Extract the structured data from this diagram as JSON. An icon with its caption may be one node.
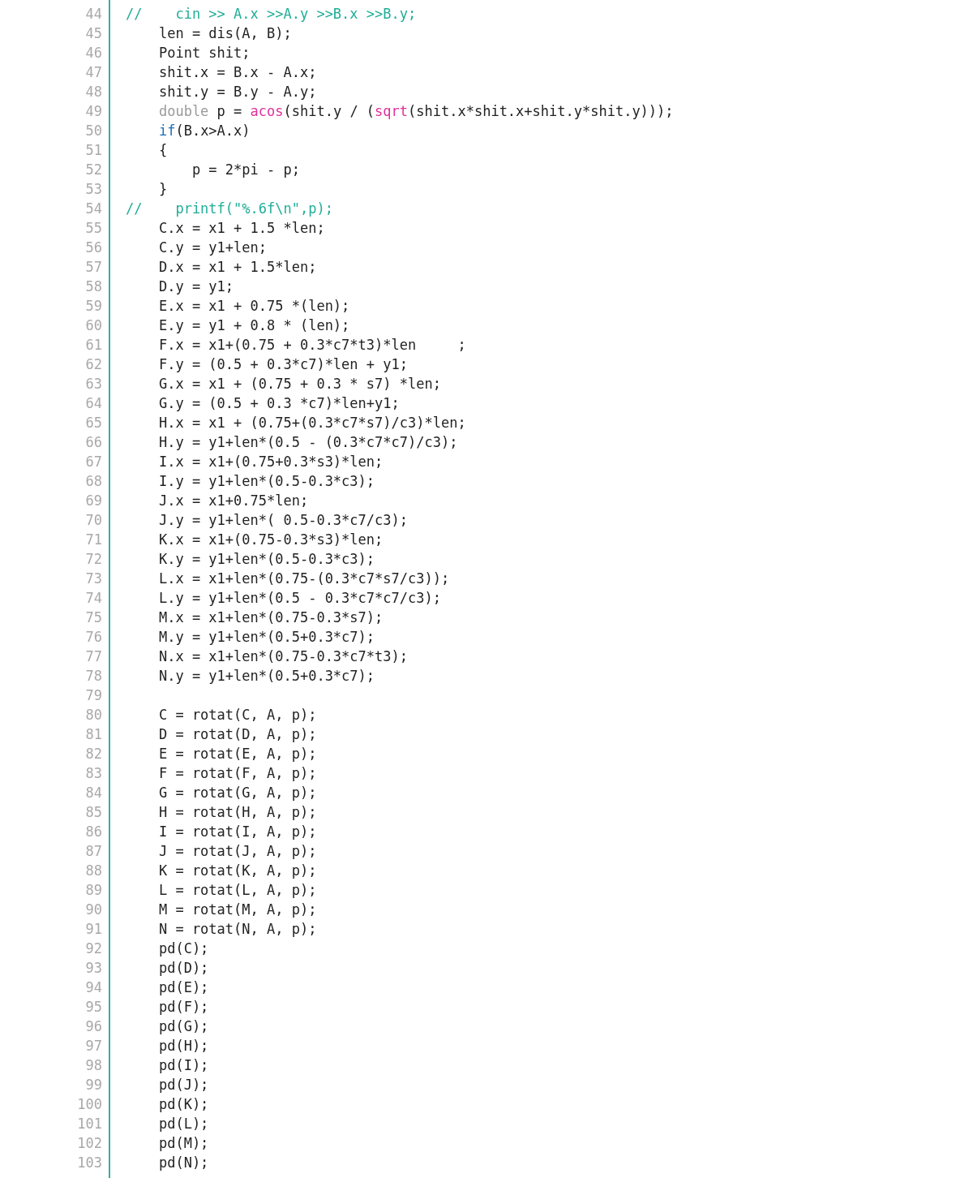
{
  "diagram": {
    "labels": [
      "44",
      "//    cin >> A.x >>A.y >>B.x >>B.y;",
      "45",
      "len = dis(A, B);",
      "46",
      "Point shit;",
      "47",
      "shit.x = B.x - A.x;",
      "48",
      "shit.y = B.y - A.y;",
      "49",
      "double p = acos(shit.y / (sqrt(shit.x*shit.x+shit.y*shit.y)));",
      "50",
      "if(B.x>A.x)",
      "51",
      "{",
      "52",
      "p = 2*pi - p;",
      "53",
      "}",
      "54",
      "//    printf(\"%.6f\\n\",p);",
      "55",
      "C.x = x1 + 1.5 *len;",
      "56",
      "C.y = y1+len;",
      "57",
      "D.x = x1 + 1.5*len;",
      "58",
      "D.y = y1;",
      "59",
      "E.x = x1 + 0.75 *(len);",
      "60",
      "E.y = y1 + 0.8 * (len);",
      "61",
      "F.x = x1+(0.75 + 0.3*c7*t3)*len     ;",
      "62",
      "F.y = (0.5 + 0.3*c7)*len + y1;",
      "63",
      "G.x = x1 + (0.75 + 0.3 * s7) *len;",
      "64",
      "G.y = (0.5 + 0.3 *c7)*len+y1;",
      "65",
      "H.x = x1 + (0.75+(0.3*c7*s7)/c3)*len;",
      "66",
      "H.y = y1+len*(0.5 - (0.3*c7*c7)/c3);",
      "67",
      "I.x = x1+(0.75+0.3*s3)*len;",
      "68",
      "I.y = y1+len*(0.5-0.3*c3);",
      "69",
      "J.x = x1+0.75*len;",
      "70",
      "J.y = y1+len*( 0.5-0.3*c7/c3);",
      "71",
      "K.x = x1+(0.75-0.3*s3)*len;",
      "72",
      "K.y = y1+len*(0.5-0.3*c3);",
      "73",
      "L.x = x1+len*(0.75-(0.3*c7*s7/c3));",
      "74",
      "L.y = y1+len*(0.5 - 0.3*c7*c7/c3);",
      "75",
      "M.x = x1+len*(0.75-0.3*s7);",
      "76",
      "M.y = y1+len*(0.5+0.3*c7);",
      "77",
      "N.x = x1+len*(0.75-0.3*c7*t3);",
      "78",
      "N.y = y1+len*(0.5+0.3*c7);",
      "79",
      "80",
      "C = rotat(C, A, p);",
      "81",
      "D = rotat(D, A, p);",
      "82",
      "E = rotat(E, A, p);",
      "83",
      "F = rotat(F, A, p);",
      "84",
      "G = rotat(G, A, p);",
      "85",
      "H = rotat(H, A, p);",
      "86",
      "I = rotat(I, A, p);",
      "87",
      "J = rotat(J, A, p);",
      "88",
      "K = rotat(K, A, p);",
      "89",
      "L = rotat(L, A, p);",
      "90",
      "M = rotat(M, A, p);",
      "91",
      "N = rotat(N, A, p);",
      "92",
      "pd(C);",
      "93",
      "pd(D);",
      "94",
      "pd(E);",
      "95",
      "pd(F);",
      "96",
      "pd(G);",
      "97",
      "pd(H);",
      "98",
      "pd(I);",
      "99",
      "pd(J);",
      "100",
      "pd(K);",
      "101",
      "pd(L);",
      "102",
      "pd(M);",
      "103",
      "pd(N);"
    ]
  }
}
